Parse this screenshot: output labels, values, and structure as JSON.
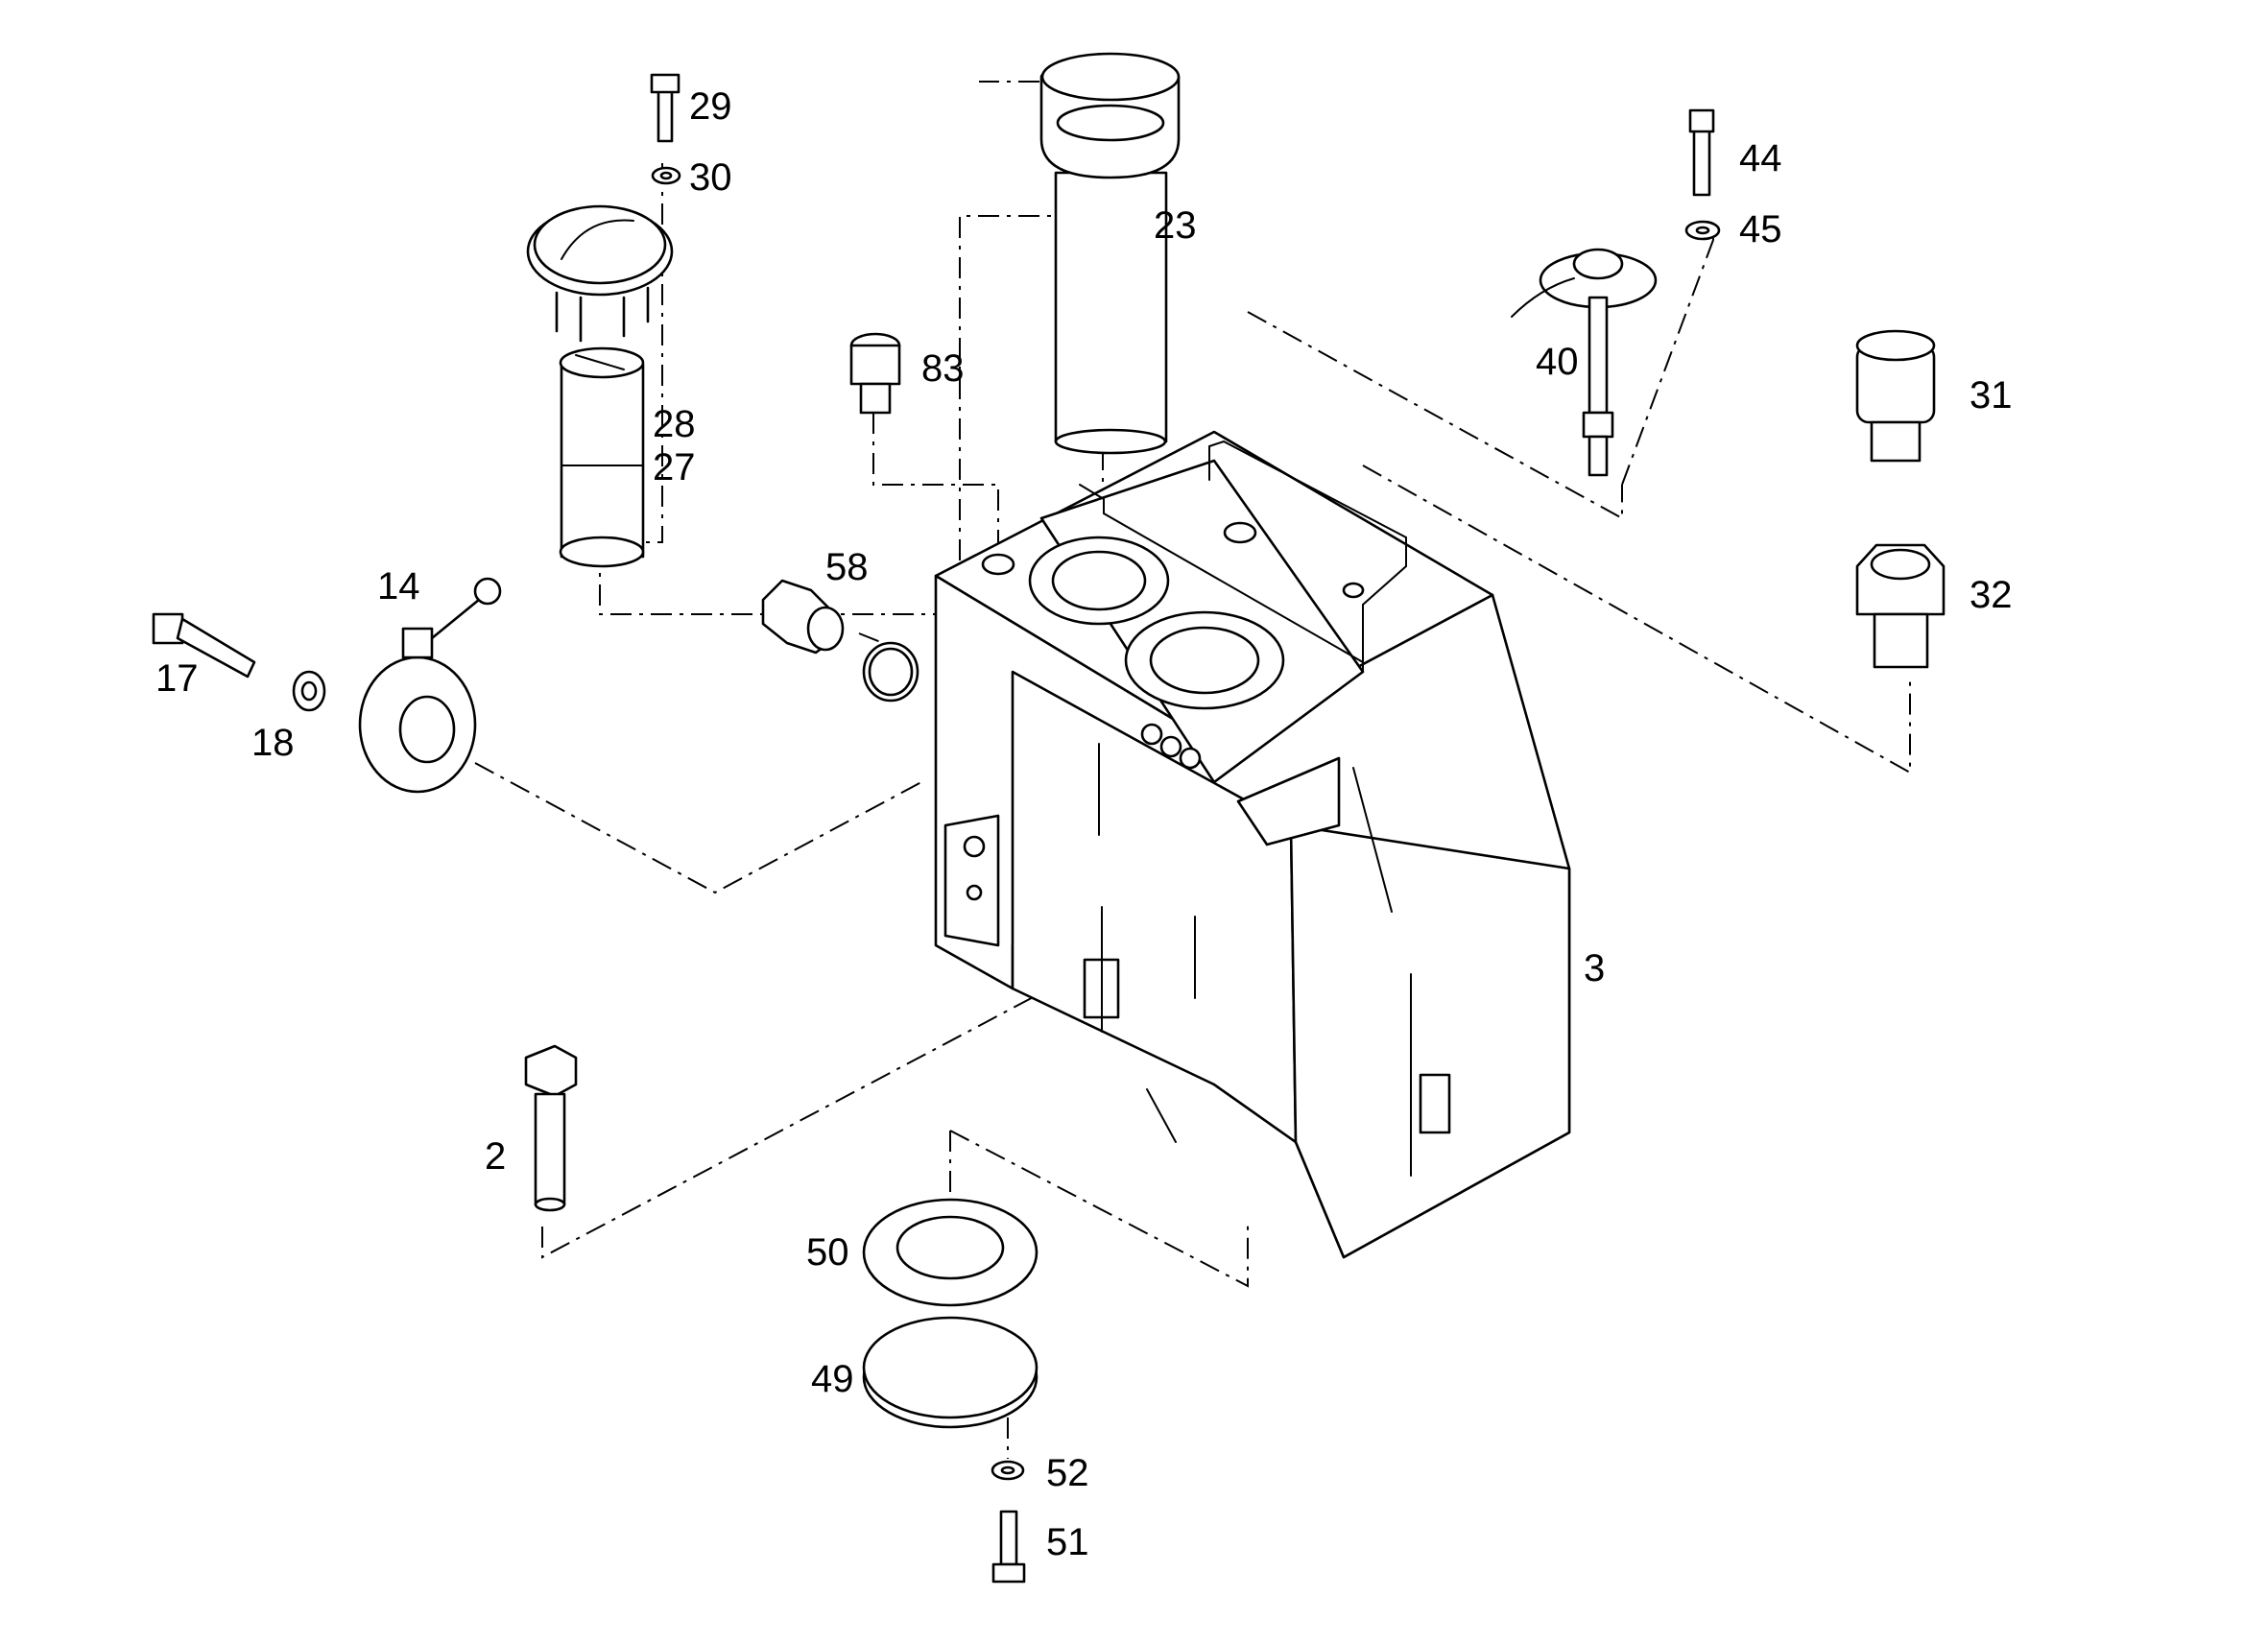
{
  "callouts": {
    "c2": "2",
    "c3": "3",
    "c14": "14",
    "c17": "17",
    "c18": "18",
    "c23": "23",
    "c27": "27",
    "c28": "28",
    "c29": "29",
    "c30": "30",
    "c31": "31",
    "c32": "32",
    "c40": "40",
    "c44": "44",
    "c45": "45",
    "c49": "49",
    "c50": "50",
    "c51": "51",
    "c52": "52",
    "c58": "58",
    "c83": "83"
  }
}
